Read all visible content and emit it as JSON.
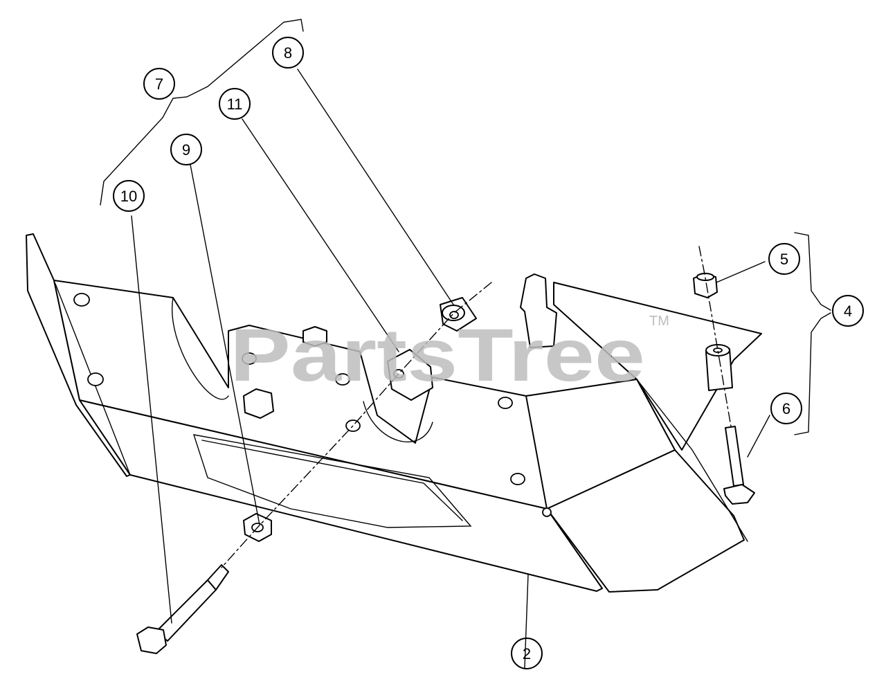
{
  "watermark": {
    "text": "PartsTree",
    "trademark": "TM"
  },
  "callouts": [
    {
      "id": "2",
      "label": "2"
    },
    {
      "id": "4",
      "label": "4"
    },
    {
      "id": "5",
      "label": "5"
    },
    {
      "id": "6",
      "label": "6"
    },
    {
      "id": "7",
      "label": "7"
    },
    {
      "id": "8",
      "label": "8"
    },
    {
      "id": "9",
      "label": "9"
    },
    {
      "id": "10",
      "label": "10"
    },
    {
      "id": "11",
      "label": "11"
    }
  ]
}
